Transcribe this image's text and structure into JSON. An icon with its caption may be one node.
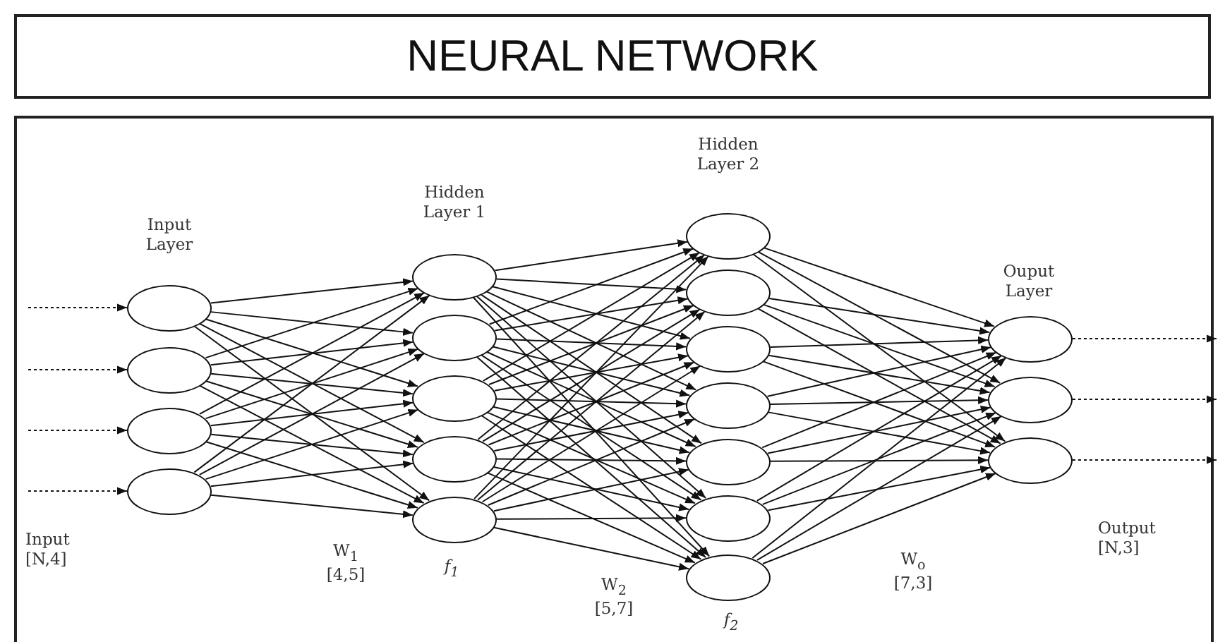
{
  "diagram": {
    "title": "NEURAL NETWORK",
    "nodes": [
      {
        "text": [],
        "shape": "circle"
      },
      {
        "text": [],
        "shape": "circle"
      },
      {
        "text": [],
        "shape": "circle"
      },
      {
        "text": [],
        "shape": "circle"
      },
      {
        "text": [],
        "shape": "circle"
      },
      {
        "text": [],
        "shape": "circle"
      },
      {
        "text": [],
        "shape": "circle"
      },
      {
        "text": [],
        "shape": "circle"
      },
      {
        "text": [],
        "shape": "circle"
      },
      {
        "text": [],
        "shape": "circle"
      },
      {
        "text": [],
        "shape": "circle"
      },
      {
        "text": [],
        "shape": "circle"
      },
      {
        "text": [],
        "shape": "circle"
      },
      {
        "text": [],
        "shape": "circle"
      },
      {
        "text": [],
        "shape": "circle"
      },
      {
        "text": [],
        "shape": "circle"
      },
      {
        "text": [],
        "shape": "circle"
      },
      {
        "text": [],
        "shape": "circle"
      },
      {
        "text": [],
        "shape": "circle"
      }
    ],
    "edges": [
      {
        "from": null,
        "to": 0,
        "arrow": "to",
        "style": "dashed"
      },
      {
        "from": null,
        "to": 1,
        "arrow": "to",
        "style": "dashed"
      },
      {
        "from": null,
        "to": 2,
        "arrow": "to",
        "style": "dashed"
      },
      {
        "from": null,
        "to": 3,
        "arrow": "to",
        "style": "dashed"
      },
      {
        "from": 0,
        "to": 4,
        "arrow": "to"
      },
      {
        "from": 0,
        "to": 5,
        "arrow": "to"
      },
      {
        "from": 0,
        "to": 6,
        "arrow": "to"
      },
      {
        "from": 0,
        "to": 7,
        "arrow": "to"
      },
      {
        "from": 0,
        "to": 8,
        "arrow": "to"
      },
      {
        "from": 1,
        "to": 4,
        "arrow": "to"
      },
      {
        "from": 1,
        "to": 5,
        "arrow": "to"
      },
      {
        "from": 1,
        "to": 6,
        "arrow": "to"
      },
      {
        "from": 1,
        "to": 7,
        "arrow": "to"
      },
      {
        "from": 1,
        "to": 8,
        "arrow": "to"
      },
      {
        "from": 2,
        "to": 4,
        "arrow": "to"
      },
      {
        "from": 2,
        "to": 5,
        "arrow": "to"
      },
      {
        "from": 2,
        "to": 6,
        "arrow": "to"
      },
      {
        "from": 2,
        "to": 7,
        "arrow": "to"
      },
      {
        "from": 2,
        "to": 8,
        "arrow": "to"
      },
      {
        "from": 3,
        "to": 4,
        "arrow": "to"
      },
      {
        "from": 3,
        "to": 5,
        "arrow": "to"
      },
      {
        "from": 3,
        "to": 6,
        "arrow": "to"
      },
      {
        "from": 3,
        "to": 7,
        "arrow": "to"
      },
      {
        "from": 3,
        "to": 8,
        "arrow": "to"
      },
      {
        "from": 4,
        "to": 9,
        "arrow": "to"
      },
      {
        "from": 4,
        "to": 10,
        "arrow": "to"
      },
      {
        "from": 4,
        "to": 11,
        "arrow": "to"
      },
      {
        "from": 4,
        "to": 12,
        "arrow": "to"
      },
      {
        "from": 4,
        "to": 13,
        "arrow": "to"
      },
      {
        "from": 4,
        "to": 14,
        "arrow": "to"
      },
      {
        "from": 4,
        "to": 15,
        "arrow": "to"
      },
      {
        "from": 5,
        "to": 9,
        "arrow": "to"
      },
      {
        "from": 5,
        "to": 10,
        "arrow": "to"
      },
      {
        "from": 5,
        "to": 11,
        "arrow": "to"
      },
      {
        "from": 5,
        "to": 12,
        "arrow": "to"
      },
      {
        "from": 5,
        "to": 13,
        "arrow": "to"
      },
      {
        "from": 5,
        "to": 14,
        "arrow": "to"
      },
      {
        "from": 5,
        "to": 15,
        "arrow": "to"
      },
      {
        "from": 6,
        "to": 9,
        "arrow": "to"
      },
      {
        "from": 6,
        "to": 10,
        "arrow": "to"
      },
      {
        "from": 6,
        "to": 11,
        "arrow": "to"
      },
      {
        "from": 6,
        "to": 12,
        "arrow": "to"
      },
      {
        "from": 6,
        "to": 13,
        "arrow": "to"
      },
      {
        "from": 6,
        "to": 14,
        "arrow": "to"
      },
      {
        "from": 6,
        "to": 15,
        "arrow": "to"
      },
      {
        "from": 7,
        "to": 9,
        "arrow": "to"
      },
      {
        "from": 7,
        "to": 10,
        "arrow": "to"
      },
      {
        "from": 7,
        "to": 11,
        "arrow": "to"
      },
      {
        "from": 7,
        "to": 12,
        "arrow": "to"
      },
      {
        "from": 7,
        "to": 13,
        "arrow": "to"
      },
      {
        "from": 7,
        "to": 14,
        "arrow": "to"
      },
      {
        "from": 7,
        "to": 15,
        "arrow": "to"
      },
      {
        "from": 8,
        "to": 9,
        "arrow": "to"
      },
      {
        "from": 8,
        "to": 10,
        "arrow": "to"
      },
      {
        "from": 8,
        "to": 11,
        "arrow": "to"
      },
      {
        "from": 8,
        "to": 12,
        "arrow": "to"
      },
      {
        "from": 8,
        "to": 13,
        "arrow": "to"
      },
      {
        "from": 8,
        "to": 14,
        "arrow": "to"
      },
      {
        "from": 8,
        "to": 15,
        "arrow": "to"
      },
      {
        "from": 9,
        "to": 16,
        "arrow": "to"
      },
      {
        "from": 9,
        "to": 17,
        "arrow": "to"
      },
      {
        "from": 9,
        "to": 18,
        "arrow": "to"
      },
      {
        "from": 10,
        "to": 16,
        "arrow": "to"
      },
      {
        "from": 10,
        "to": 17,
        "arrow": "to"
      },
      {
        "from": 10,
        "to": 18,
        "arrow": "to"
      },
      {
        "from": 11,
        "to": 16,
        "arrow": "to"
      },
      {
        "from": 11,
        "to": 17,
        "arrow": "to"
      },
      {
        "from": 11,
        "to": 18,
        "arrow": "to"
      },
      {
        "from": 12,
        "to": 16,
        "arrow": "to"
      },
      {
        "from": 12,
        "to": 17,
        "arrow": "to"
      },
      {
        "from": 12,
        "to": 18,
        "arrow": "to"
      },
      {
        "from": 13,
        "to": 16,
        "arrow": "to"
      },
      {
        "from": 13,
        "to": 17,
        "arrow": "to"
      },
      {
        "from": 13,
        "to": 18,
        "arrow": "to"
      },
      {
        "from": 14,
        "to": 16,
        "arrow": "to"
      },
      {
        "from": 14,
        "to": 17,
        "arrow": "to"
      },
      {
        "from": 14,
        "to": 18,
        "arrow": "to"
      },
      {
        "from": 15,
        "to": 16,
        "arrow": "to"
      },
      {
        "from": 15,
        "to": 17,
        "arrow": "to"
      },
      {
        "from": 15,
        "to": 18,
        "arrow": "to"
      },
      {
        "from": 16,
        "to": null,
        "arrow": "to",
        "style": "dashed"
      },
      {
        "from": 17,
        "to": null,
        "arrow": "to",
        "style": "dashed"
      },
      {
        "from": 18,
        "to": null,
        "arrow": "to",
        "style": "dashed"
      }
    ],
    "labels": [
      "Hidden Layer 2",
      "Hidden Layer 1",
      "Input Layer",
      "Ouput Layer",
      "Output [N,3]",
      "Input [N,4]",
      "W$_{1}$ [4,5]",
      "f$_{1}$",
      "W$_{o}$ [7,3]",
      "W$_{2}$ [5,7]",
      "f$_{2}$"
    ]
  }
}
